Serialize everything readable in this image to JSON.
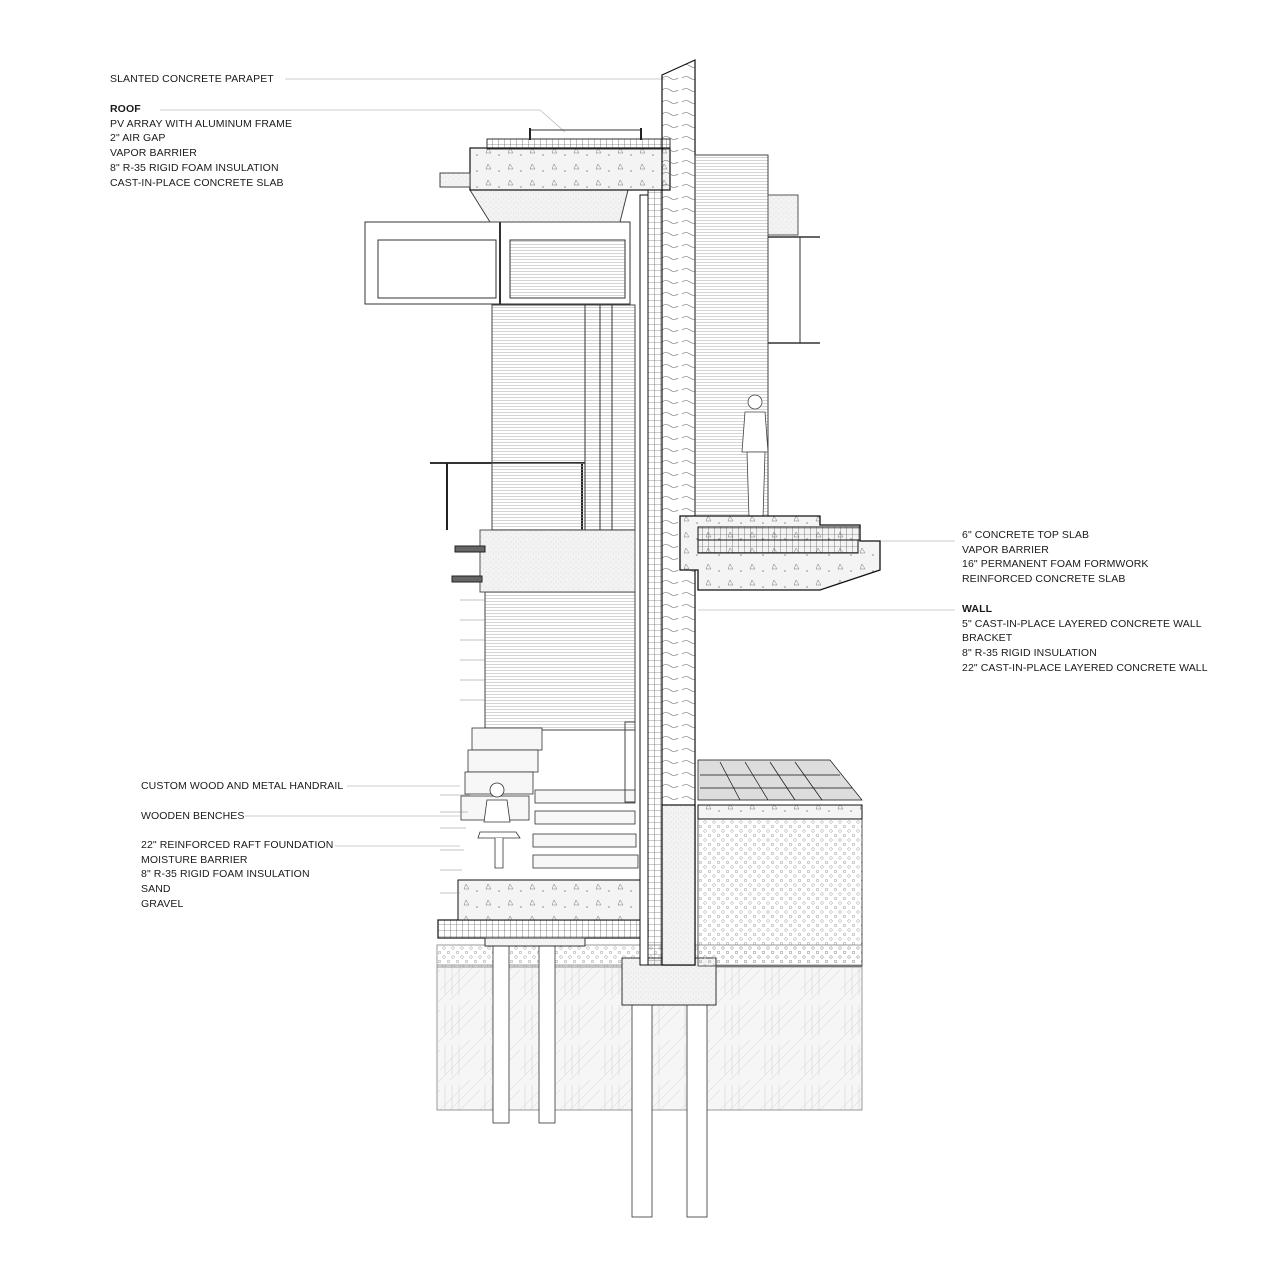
{
  "diagram": {
    "type": "wall section",
    "colors": {
      "line": "#1a1a1a",
      "light_line": "#9a9a9a",
      "fill_concrete": "#f2f2f2",
      "fill_soil": "#f4f4f4"
    }
  },
  "labels": {
    "parapet": {
      "text": "SLANTED CONCRETE PARAPET"
    },
    "roof": {
      "heading": "ROOF",
      "items": [
        "PV ARRAY WITH ALUMINUM FRAME",
        "2\" AIR GAP",
        "VAPOR BARRIER",
        "8\" R-35 RIGID FOAM INSULATION",
        "CAST-IN-PLACE CONCRETE SLAB"
      ]
    },
    "balcony": {
      "items": [
        "6\" CONCRETE TOP SLAB",
        "VAPOR BARRIER",
        "16\" PERMANENT FOAM FORMWORK",
        "REINFORCED CONCRETE SLAB"
      ]
    },
    "wall": {
      "heading": "WALL",
      "items": [
        "5\" CAST-IN-PLACE LAYERED  CONCRETE WALL",
        "BRACKET",
        "8\" R-35 RIGID INSULATION",
        "22\" CAST-IN-PLACE LAYERED CONCRETE WALL"
      ]
    },
    "handrail": {
      "text": "CUSTOM WOOD AND METAL HANDRAIL"
    },
    "benches": {
      "text": "WOODEN BENCHES"
    },
    "foundation": {
      "items": [
        "22\" REINFORCED RAFT FOUNDATION",
        "MOISTURE BARRIER",
        "8\" R-35 RIGID FOAM INSULATION",
        "SAND",
        "GRAVEL"
      ]
    }
  }
}
